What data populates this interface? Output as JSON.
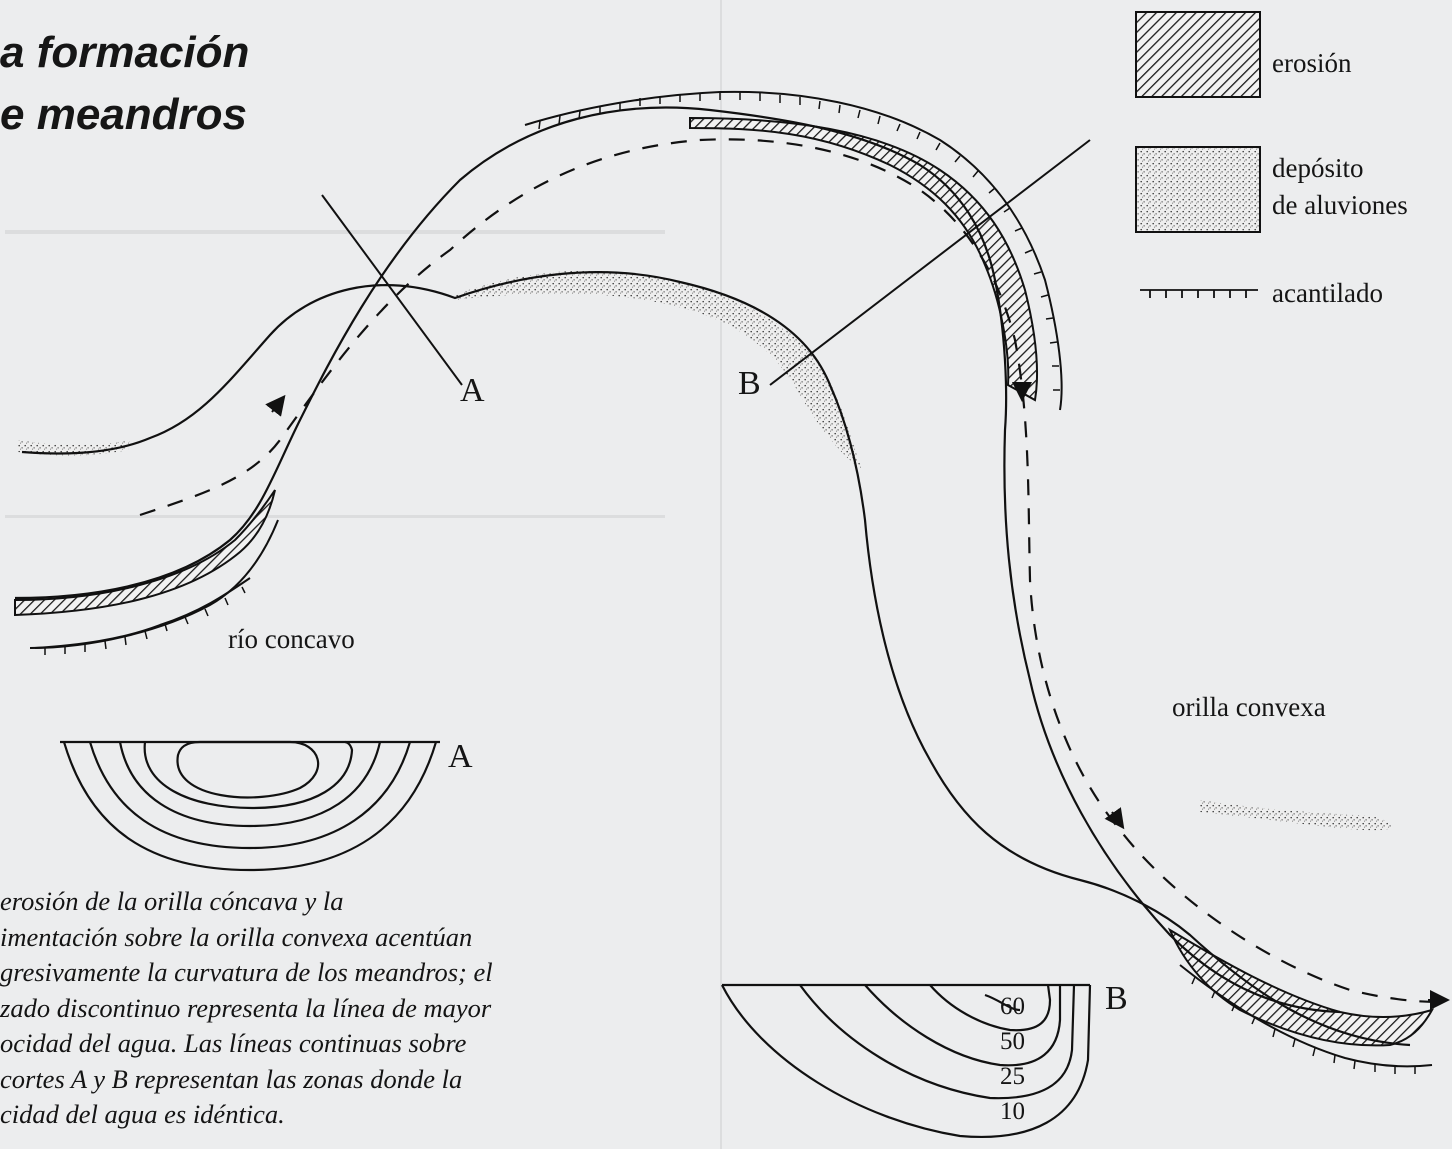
{
  "title": {
    "line1": "a formación",
    "line2": "e meandros"
  },
  "legend": {
    "erosion": "erosión",
    "deposit_line1": "depósito",
    "deposit_line2": "de aluviones",
    "cliff": "acantilado"
  },
  "labels": {
    "section_a_map": "A",
    "section_b_map": "B",
    "concave": "río concavo",
    "convex": "orilla convexa",
    "section_a_profile": "A",
    "section_b_profile": "B"
  },
  "profile_b_values": [
    "60",
    "50",
    "25",
    "10"
  ],
  "caption": [
    "erosión de la orilla cóncava y la",
    "imentación sobre la orilla convexa acentúan",
    "gresivamente la curvatura de los meandros; el",
    "zado discontinuo representa la línea de mayor",
    "ocidad del agua. Las líneas continuas sobre",
    "cortes A y B representan las zonas donde la",
    "cidad del agua es idéntica."
  ],
  "colors": {
    "paper": "#ecedee",
    "ink": "#141414"
  }
}
